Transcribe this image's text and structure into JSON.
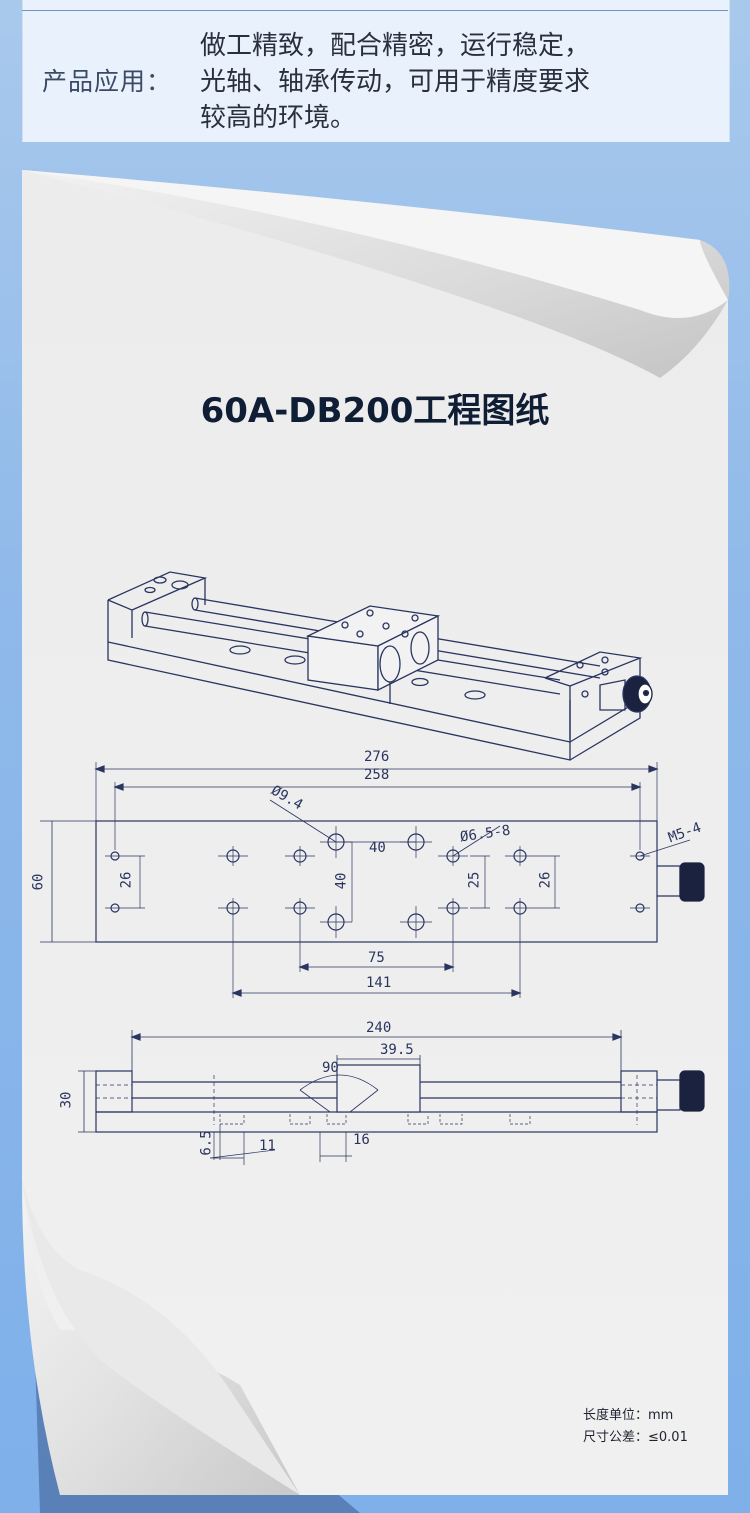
{
  "product_application": {
    "label": "产品应用：",
    "lines": [
      "做工精致，配合精密，运行稳定，",
      "光轴、轴承传动，可用于精度要求",
      "较高的环境。"
    ]
  },
  "drawing": {
    "title": "60A-DB200工程图纸",
    "dims": {
      "d276": "276",
      "d258": "258",
      "d60": "60",
      "d26a": "26",
      "d26b": "26",
      "d25": "25",
      "d40h": "40",
      "d40v": "40",
      "d75": "75",
      "d141": "141",
      "phi94": "9.4",
      "phi658": "6.5-8",
      "m54": "M5-4",
      "d240": "240",
      "d395": "39.5",
      "d90": "90",
      "d30": "30",
      "d65": "6.5",
      "d11": "11",
      "d16": "16"
    }
  },
  "footer": {
    "length_unit": "长度单位：mm",
    "tolerance": "尺寸公差：≤0.01"
  },
  "colors": {
    "line": "#2a3560",
    "title": "#0f1e34",
    "background": "#8fb9ea"
  }
}
